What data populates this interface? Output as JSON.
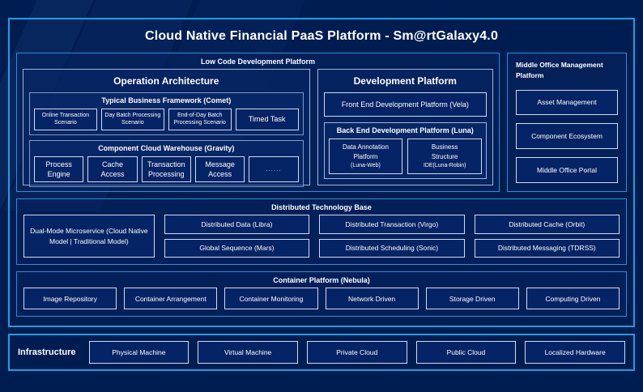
{
  "title": "Cloud Native Financial PaaS Platform - Sm@rtGalaxy4.0",
  "low_code": {
    "title": "Low Code Development Platform",
    "operation_architecture": {
      "title": "Operation Architecture",
      "groups": [
        {
          "title": "Typical Business Framework (Comet)",
          "items": [
            "Online Transaction Scenario",
            "Day Batch Processing Scenario",
            "End-of-Day Batch Processing Scenario",
            "Timed Task"
          ]
        },
        {
          "title": "Component Cloud Warehouse (Gravity)",
          "items": [
            "Process Engine",
            "Cache Access",
            "Transaction Processing",
            "Message Access",
            "......"
          ]
        }
      ]
    },
    "development_platform": {
      "title": "Development Platform",
      "front_end": "Front End Development Platform (Vela)",
      "back_end": {
        "title": "Back End Development Platform (Luna)",
        "items": [
          {
            "line1": "Data Annotation",
            "line2": "Platform",
            "line3": "(Luna-Web)"
          },
          {
            "line1": "Business",
            "line2": "Structure",
            "line3": "IDE(Luna-Robin)"
          }
        ]
      }
    }
  },
  "middle_office": {
    "title": "Middle Office Management Platform",
    "items": [
      "Asset Management",
      "Component Ecosystem",
      "Middle Office Portal"
    ]
  },
  "distributed_technology_base": {
    "title": "Distributed Technology Base",
    "wide_item": "Dual-Mode Microservice (Cloud Native Model | Traditional Model)",
    "columns": [
      {
        "top": "Distributed Data (Libra)",
        "bottom": "Global Sequence (Mars)"
      },
      {
        "top": "Distributed Transaction (Virgo)",
        "bottom": "Distributed Scheduling (Sonic)"
      },
      {
        "top": "Distributed Cache (Orbit)",
        "bottom": "Distributed Messaging (TDRSS)"
      }
    ]
  },
  "container_platform": {
    "title": "Container Platform (Nebula)",
    "items": [
      "Image Repository",
      "Container Arrangement",
      "Container Monitoring",
      "Network Driven",
      "Storage Driven",
      "Computing Driven"
    ]
  },
  "infrastructure": {
    "label": "Infrastructure",
    "items": [
      "Physical Machine",
      "Virtual Machine",
      "Private Cloud",
      "Public Cloud",
      "Localized Hardware"
    ]
  },
  "colors": {
    "background": "#001d52",
    "outer_border": "#1f9fe0",
    "section_border": "#2b8fd4",
    "chip_border": "#cfdcef",
    "chip_fill": "#052465",
    "text": "#ffffff"
  }
}
